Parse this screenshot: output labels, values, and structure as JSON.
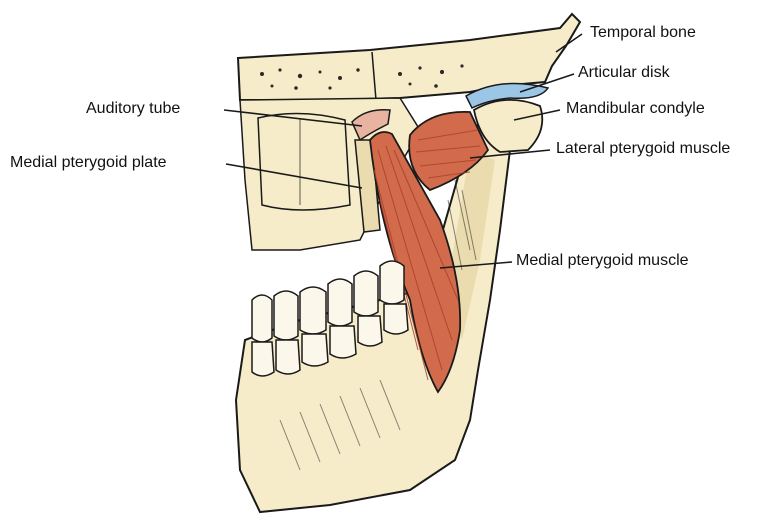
{
  "labels": {
    "temporal_bone": "Temporal bone",
    "articular_disk": "Articular disk",
    "auditory_tube": "Auditory tube",
    "mandibular_condyle": "Mandibular condyle",
    "medial_pterygoid_plate": "Medial pterygoid plate",
    "lateral_pterygoid_muscle": "Lateral pterygoid muscle",
    "medial_pterygoid_muscle": "Medial pterygoid muscle"
  },
  "colors": {
    "bone": "#f6ecc9",
    "bone_shadow": "#eadcae",
    "muscle": "#d26a4c",
    "muscle_dark": "#a8412a",
    "disk": "#9cc6e6",
    "outline": "#1a1a1a",
    "tooth": "#fbf7ea"
  }
}
